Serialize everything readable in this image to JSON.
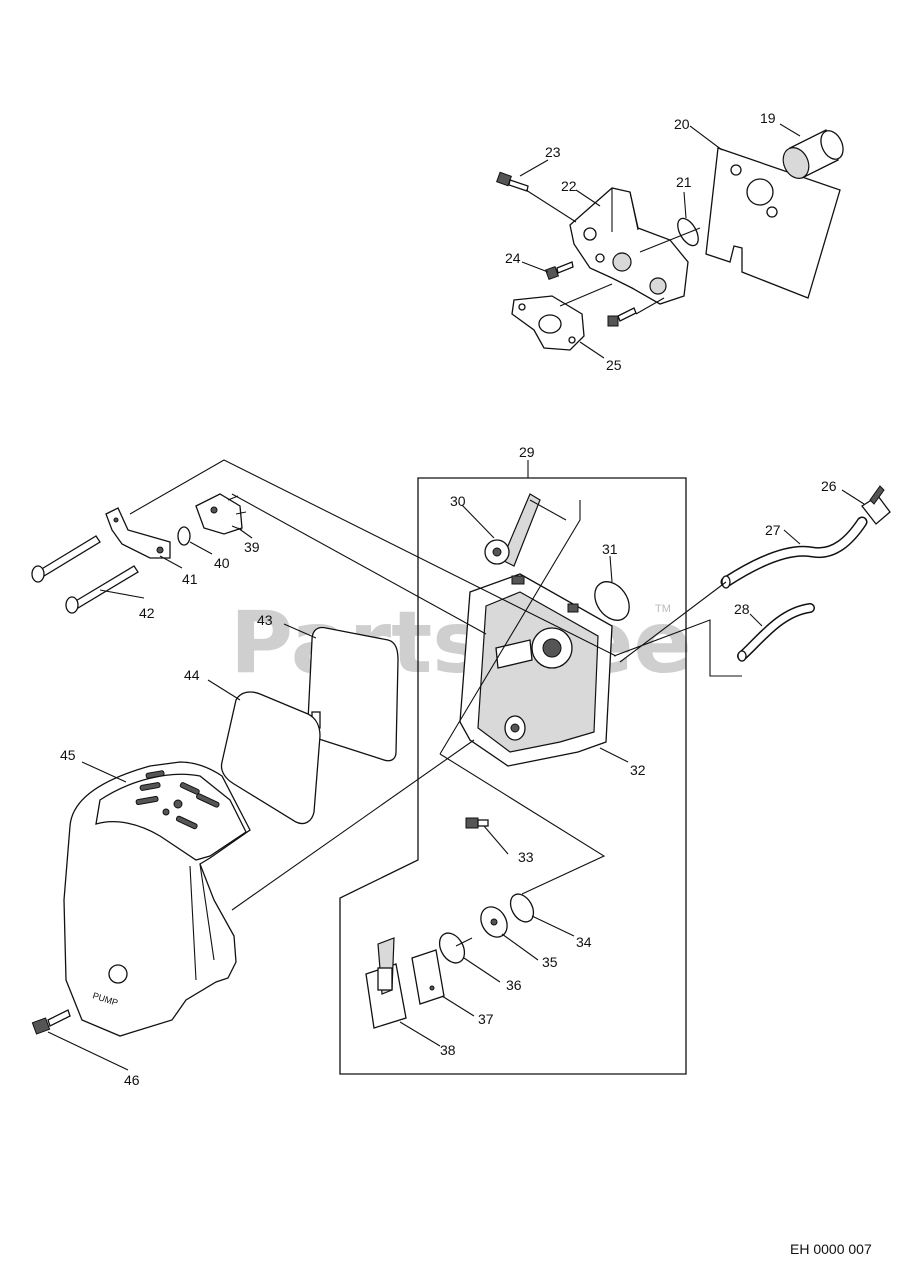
{
  "watermark": {
    "text": "PartsTree",
    "tm": "TM"
  },
  "diagram_code": "EH 0000 007",
  "cover_text": {
    "pump": "PUMP"
  },
  "labels": {
    "p19": "19",
    "p20": "20",
    "p21": "21",
    "p22": "22",
    "p23": "23",
    "p24": "24",
    "p25": "25",
    "p26": "26",
    "p27": "27",
    "p28": "28",
    "p29": "29",
    "p30": "30",
    "p31": "31",
    "p32": "32",
    "p33": "33",
    "p34": "34",
    "p35": "35",
    "p36": "36",
    "p37": "37",
    "p38": "38",
    "p39": "39",
    "p40": "40",
    "p41": "41",
    "p42": "42",
    "p43": "43",
    "p44": "44",
    "p45": "45",
    "p46": "46"
  }
}
